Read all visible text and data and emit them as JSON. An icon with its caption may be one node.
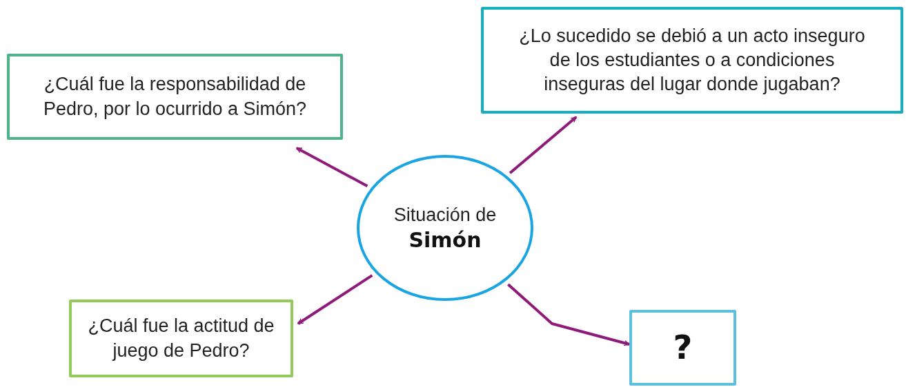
{
  "diagram": {
    "nodes": [
      {
        "text": [
          "Situación de",
          "Simón"
        ]
      },
      {
        "text": [
          "¿Cuál fue la responsabilidad de Pedro, por lo ocurrido a Simón?"
        ]
      },
      {
        "text": [
          "¿Lo sucedido se debió a un acto inseguro de los estudiantes o a condiciones inseguras del lugar donde jugaban?"
        ]
      },
      {
        "text": [
          "¿Cuál fue la actitud de juego de Pedro?"
        ]
      },
      {
        "text": [
          "?"
        ]
      }
    ],
    "edges": [
      {
        "from": 0,
        "to": 1,
        "arrow": "to"
      },
      {
        "from": 0,
        "to": 2,
        "arrow": "to"
      },
      {
        "from": 0,
        "to": 3,
        "arrow": "to"
      },
      {
        "from": 0,
        "to": 4,
        "arrow": "to"
      }
    ]
  }
}
